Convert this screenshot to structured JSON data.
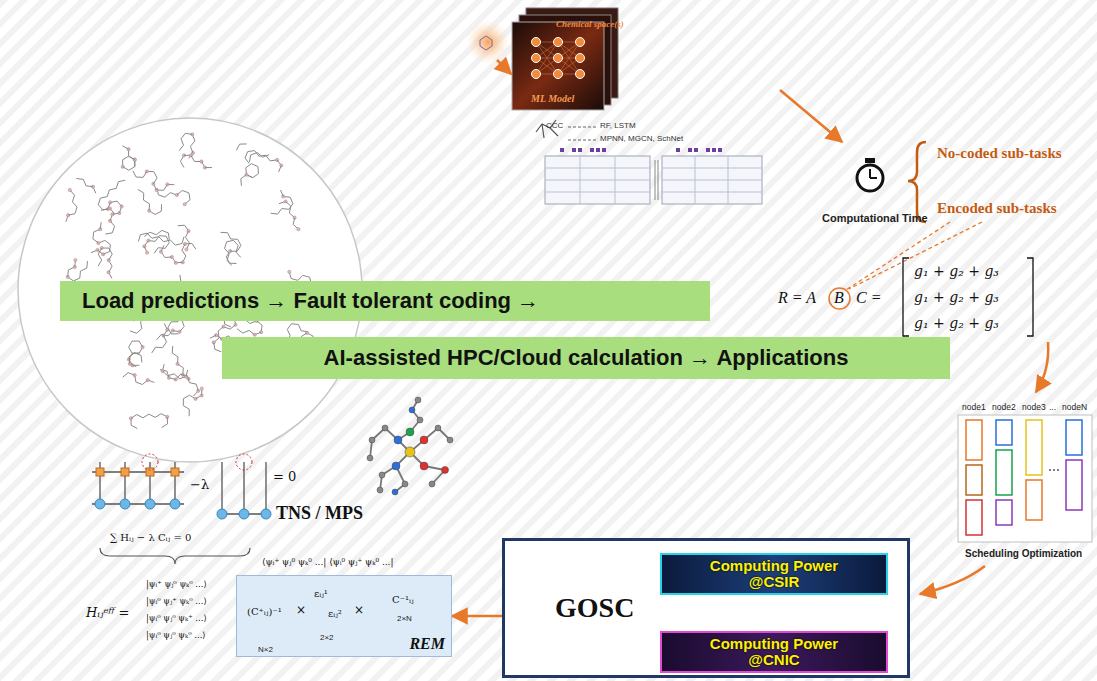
{
  "diagram": {
    "nodes": [
      {
        "text": [
          "Load predictions → Fault tolerant coding →"
        ]
      },
      {
        "text": [
          "AI-assisted HPC/Cloud calculation → Applications"
        ]
      },
      {
        "text": [
          "GOSC"
        ]
      },
      {
        "text": [
          "Computing Power @CSIR"
        ],
        "in": 2
      },
      {
        "text": [
          "Computing Power @CNIC"
        ],
        "in": 2
      },
      {
        "text": [
          "REM"
        ]
      }
    ],
    "edges": [
      {
        "from": 2,
        "to": 5,
        "arrow": "to"
      }
    ],
    "labels": [
      "Chemical space(s)",
      "ML Model",
      "CCC",
      "RF, LSTM",
      "MPNN, MGCN, SchNet",
      "Computational Time",
      "No-coded sub-tasks",
      "Encoded sub-tasks",
      "R = A",
      "B",
      "C =",
      "g₁ + g₂ + g₃",
      "g₁ + g₂ + g₃",
      "g₁ + g₂ + g₃",
      "node1",
      "node2",
      "node3",
      "...",
      "nodeN",
      "Scheduling Optimization",
      "TNS / MPS",
      "−λ",
      "= 0",
      "∑ Hᵢⱼ − λ Cᵢⱼ = 0",
      "⟨ψᵢ⁺ ψⱼ⁰ ψₖ⁰ ...| ⟨ψᵢ⁰ ψⱼ⁺ ψₖ⁰ ...|",
      "Hᵢⱼᵉᶠᶠ =",
      "|ψᵢ⁺ ψⱼ⁰ ψₖ⁰ ...⟩",
      "|ψᵢ⁰ ψⱼ⁺ ψₖ⁰ ...⟩",
      "|ψᵢ⁰ ψⱼ⁰ ψₖ⁺ ...⟩",
      "|ψᵢ⁰ ψⱼ⁰ ψₖ⁰ ...⟩",
      "(C⁺ᵢⱼ)⁻¹",
      "×",
      "εᵢⱼ¹",
      "εᵢⱼ²",
      "×",
      "C⁻¹ᵢⱼ",
      "N×2",
      "2×2",
      "2×N"
    ]
  }
}
